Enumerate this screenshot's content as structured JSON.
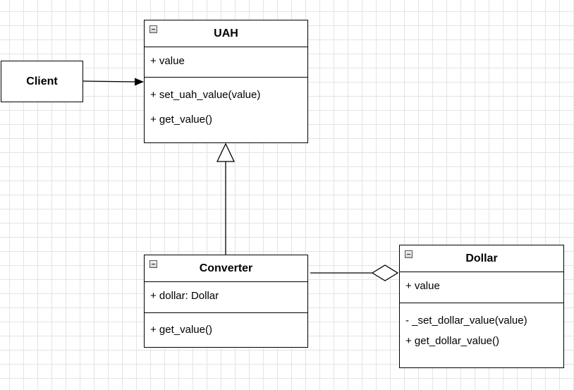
{
  "client": {
    "label": "Client"
  },
  "classes": {
    "uah": {
      "name": "UAH",
      "attributes": [
        "+ value"
      ],
      "methods": [
        "+ set_uah_value(value)",
        "+ get_value()"
      ]
    },
    "converter": {
      "name": "Converter",
      "attributes": [
        "+ dollar: Dollar"
      ],
      "methods": [
        "+ get_value()"
      ]
    },
    "dollar": {
      "name": "Dollar",
      "attributes": [
        "+ value"
      ],
      "methods": [
        "- _set_dollar_value(value)",
        "+ get_dollar_value()"
      ]
    }
  },
  "relations": [
    {
      "from": "client",
      "to": "uah",
      "type": "association"
    },
    {
      "from": "converter",
      "to": "uah",
      "type": "generalization"
    },
    {
      "from": "converter",
      "to": "dollar",
      "type": "aggregation"
    }
  ],
  "colors": {
    "line": "#000000",
    "grid": "#e4e4e4",
    "background": "#ffffff"
  }
}
